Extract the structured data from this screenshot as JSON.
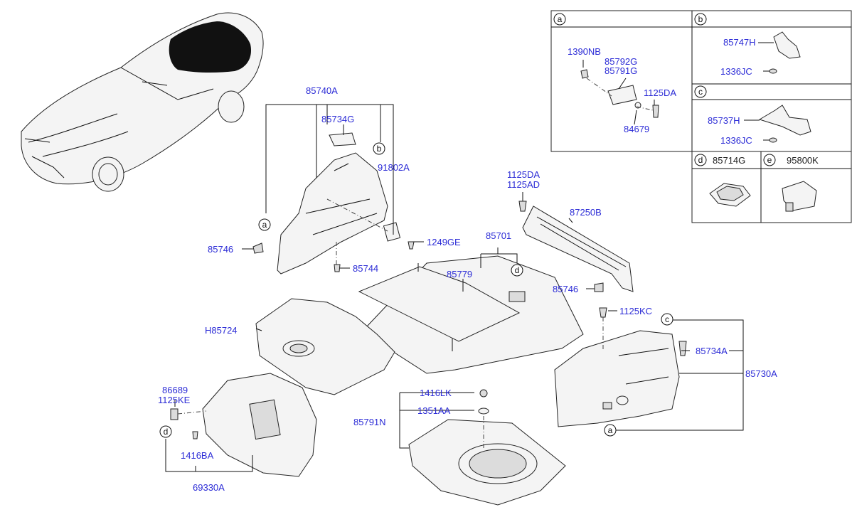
{
  "labels": {
    "p85740A": "85740A",
    "p85734G": "85734G",
    "p91802A": "91802A",
    "p85746_left": "85746",
    "p85744": "85744",
    "p1249GE": "1249GE",
    "p1125DA_top": "1125DA",
    "p1125AD": "1125AD",
    "p87250B": "87250B",
    "p85701": "85701",
    "p85779": "85779",
    "p85746_right": "85746",
    "pH85724": "H85724",
    "p1125KC": "1125KC",
    "p85734A": "85734A",
    "p85730A": "85730A",
    "p86689": "86689",
    "p1125KE": "1125KE",
    "p1416BA": "1416BA",
    "p69330A": "69330A",
    "p1416LK": "1416LK",
    "p1351AA": "1351AA",
    "p85791N": "85791N"
  },
  "detail_table": {
    "cell_a": {
      "letter": "a",
      "parts": {
        "p1390NB": "1390NB",
        "p85792G": "85792G",
        "p85791G": "85791G",
        "p1125DA": "1125DA",
        "p84679": "84679"
      }
    },
    "cell_b": {
      "letter": "b",
      "parts": {
        "p85747H": "85747H",
        "p1336JC": "1336JC"
      }
    },
    "cell_c": {
      "letter": "c",
      "parts": {
        "p85737H": "85737H",
        "p1336JC": "1336JC"
      }
    },
    "cell_d": {
      "letter": "d",
      "title": "85714G"
    },
    "cell_e": {
      "letter": "e",
      "title": "95800K"
    }
  },
  "callouts": {
    "a_left": "a",
    "b_left": "b",
    "d_mat": "d",
    "c_right": "c",
    "a_right": "a",
    "d_cover": "d"
  },
  "colors": {
    "label": "#2b2bd6",
    "line": "#111111",
    "shade": "#dcdcdc"
  }
}
